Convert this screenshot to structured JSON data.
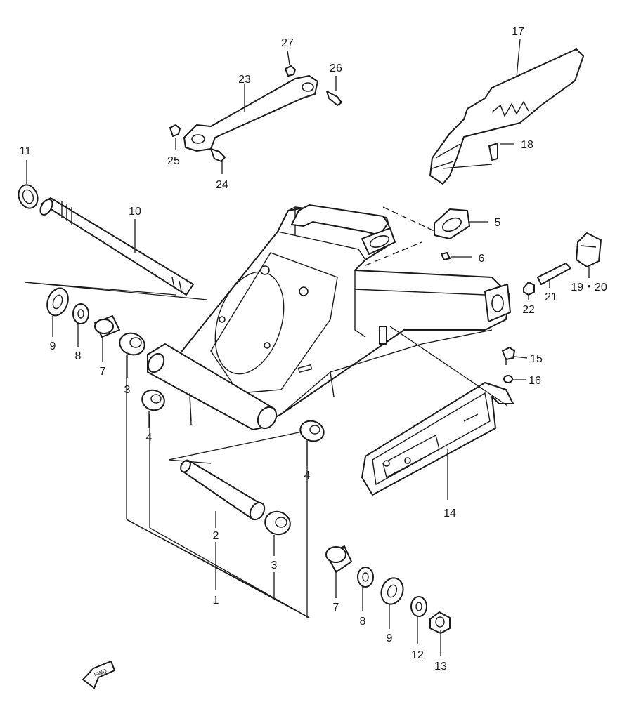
{
  "callouts": [
    {
      "id": "c1",
      "label": "1"
    },
    {
      "id": "c2",
      "label": "2"
    },
    {
      "id": "c3a",
      "label": "3"
    },
    {
      "id": "c3b",
      "label": "3"
    },
    {
      "id": "c4a",
      "label": "4"
    },
    {
      "id": "c4b",
      "label": "4"
    },
    {
      "id": "c5",
      "label": "5"
    },
    {
      "id": "c6",
      "label": "6"
    },
    {
      "id": "c7a",
      "label": "7"
    },
    {
      "id": "c7b",
      "label": "7"
    },
    {
      "id": "c8a",
      "label": "8"
    },
    {
      "id": "c8b",
      "label": "8"
    },
    {
      "id": "c9a",
      "label": "9"
    },
    {
      "id": "c9b",
      "label": "9"
    },
    {
      "id": "c10",
      "label": "10"
    },
    {
      "id": "c11",
      "label": "11"
    },
    {
      "id": "c12",
      "label": "12"
    },
    {
      "id": "c13",
      "label": "13"
    },
    {
      "id": "c14",
      "label": "14"
    },
    {
      "id": "c15",
      "label": "15"
    },
    {
      "id": "c16",
      "label": "16"
    },
    {
      "id": "c17",
      "label": "17"
    },
    {
      "id": "c18",
      "label": "18"
    },
    {
      "id": "c1920",
      "label": "19・20"
    },
    {
      "id": "c21",
      "label": "21"
    },
    {
      "id": "c22",
      "label": "22"
    },
    {
      "id": "c23",
      "label": "23"
    },
    {
      "id": "c24",
      "label": "24"
    },
    {
      "id": "c25",
      "label": "25"
    },
    {
      "id": "c26",
      "label": "26"
    },
    {
      "id": "c27",
      "label": "27"
    }
  ],
  "fwd_marker": {
    "label": "FWD"
  }
}
